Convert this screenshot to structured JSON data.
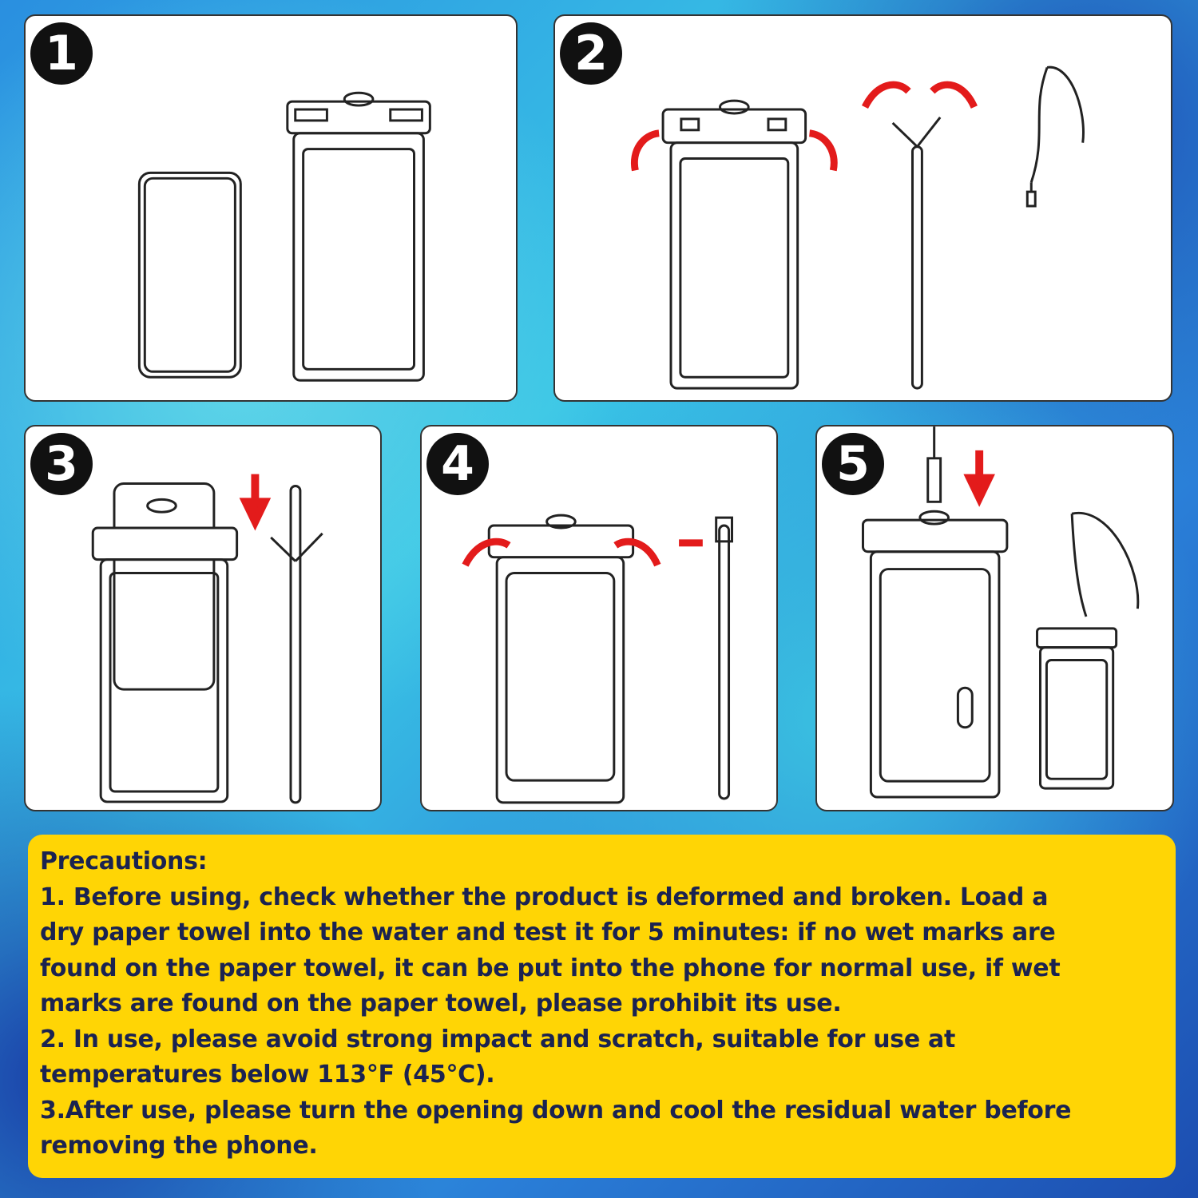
{
  "steps": [
    {
      "number": "1"
    },
    {
      "number": "2"
    },
    {
      "number": "3"
    },
    {
      "number": "4"
    },
    {
      "number": "5"
    }
  ],
  "colors": {
    "arrow": "#e31b1b",
    "note_bg": "#ffd505",
    "note_text": "#1b2350"
  },
  "precautions": {
    "title": "Precautions:",
    "lines": [
      "1. Before using, check whether the product is deformed and broken. Load a",
      "dry paper towel into the water and test it for 5 minutes: if no wet marks are",
      "found on the paper towel, it can be put into the phone for normal use, if wet",
      "marks are found on the paper towel, please prohibit its use.",
      "2. In use, please avoid strong impact and scratch, suitable for use at",
      "temperatures below 113°F (45°C).",
      "3.After use, please turn the opening down and cool the residual water before",
      "removing the phone."
    ]
  }
}
